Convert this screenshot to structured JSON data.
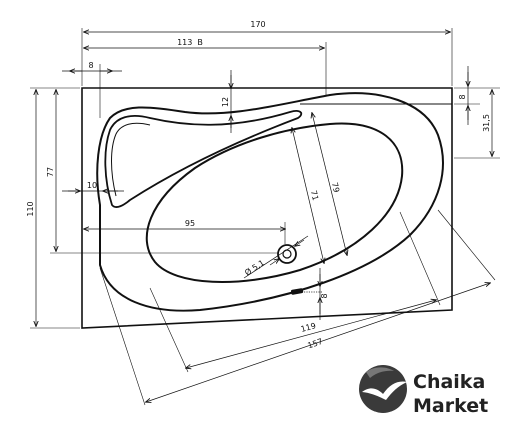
{
  "dimensions": {
    "total_width": "170",
    "width_b": "113  B",
    "top_inset": "8",
    "rim_depth": "12",
    "rim_right": "8",
    "right_height": "31,5",
    "left_seat": "77",
    "overall_height": "110",
    "left_rim": "10",
    "drain_offset": "95",
    "inner_width": "71",
    "outer_width": "79",
    "drain_diameter": "Ø 5,1",
    "front_rim": "8",
    "inner_length": "119",
    "outer_length": "157"
  },
  "logo": {
    "line1": "Chaika",
    "line2": "Market"
  }
}
